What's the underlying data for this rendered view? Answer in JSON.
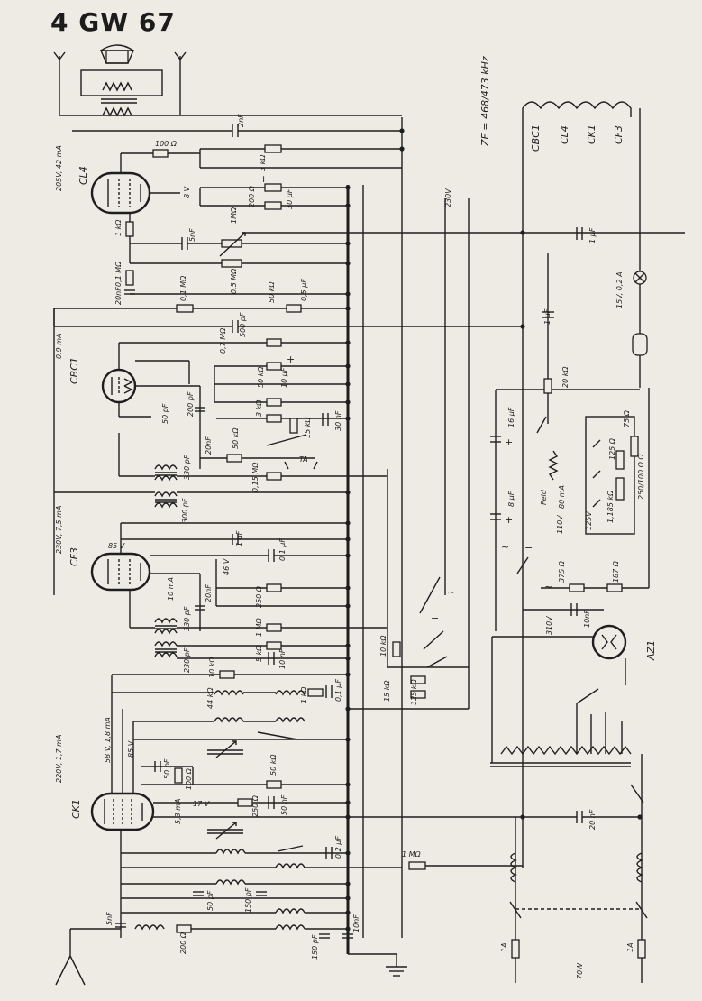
{
  "model_title": "4 GW 67",
  "if_note": "ZF = 468/473 kHz",
  "tubes": {
    "cl4": {
      "name": "CL4",
      "rating": "205V, 42 mA"
    },
    "cbc1": {
      "name": "CBC1",
      "rating": "0,9 mA"
    },
    "cf3": {
      "name": "CF3",
      "rating": "230V, 7,5 mA"
    },
    "ck1": {
      "name": "CK1",
      "rating": "220V, 1,7 mA"
    },
    "az1": {
      "name": "AZ1"
    }
  },
  "heater_string": [
    "CBC1",
    "CL4",
    "CK1",
    "CF3"
  ],
  "voltages": {
    "cl4_cathode": "8 V",
    "supply_230": "230V",
    "cf3_screen": "85 V",
    "cf3_cathode": "46 V",
    "cf3_current": "10 mA",
    "ck1_screen_rating": "58 V, 1,8 mA",
    "ck1_screen": "85 V",
    "ck1_cathode": "17 V",
    "ck1_current": "5,3 mA",
    "rect_out": "310V",
    "tap_110": "110V",
    "tap_125": "125V"
  },
  "components": {
    "c_2nf": "2nF",
    "r_100": "100 Ω",
    "r_3k": "3 kΩ",
    "r_200": "200 Ω",
    "c_30uf": "30 μF",
    "r_1k": "1 kΩ",
    "c_5nf": "5nF",
    "pot_1m": "1MΩ",
    "r_01m_a": "0,1 MΩ",
    "c_20nf_a": "20nF",
    "r_05m": "0,5 MΩ",
    "r_01m_b": "0,1 MΩ",
    "r_50k_a": "50 kΩ",
    "c_05uf": "0,5 μF",
    "c_500pf": "500 pF",
    "r_07m": "0,7 MΩ",
    "r_50k_b": "50 kΩ",
    "c_10uf": "10 μF",
    "c_50pf_a": "50 pF",
    "c_200pf": "200 pF",
    "r_3k_b": "3 kΩ",
    "r_15k": "15 kΩ",
    "c_30nf": "30 nF",
    "c_20nf_b": "20nF",
    "r_50k_c": "50 kΩ",
    "ta": "TA",
    "c_330pf_a": "330 pF",
    "r_015m": "0,15 MΩ",
    "c_300pf": "300 pF",
    "c_1uf": "1 μF",
    "c_01uf_a": "0,1 μF",
    "c_20nf_c": "20nF",
    "r_250": "250 Ω",
    "c_330pf_b": "330 pF",
    "r_1m": "1 MΩ",
    "c_230pf": "230 pF",
    "r_5k": "5 kΩ",
    "c_10nf_a": "10 nF",
    "r_10k_a": "10 kΩ",
    "r_10k_b": "10 kΩ",
    "r_15k_b": "15 kΩ",
    "r_125k": "125 kΩ",
    "r_44k": "44 kΩ",
    "r_1k_b": "1 kΩ",
    "c_01uf_b": "0,1 μF",
    "c_50pf_b": "50 pF",
    "r_100_b": "100 Ω",
    "r_50k_d": "50 kΩ",
    "c_50nf": "50 nF",
    "r_250_b": "250 Ω",
    "c_02uf": "0,2 μF",
    "r_1m_b": "1 MΩ",
    "c_50pf_c": "50 pF",
    "c_150pf_a": "150 pF",
    "c_5nf_b": "5nF",
    "r_200_b": "200 Ω",
    "c_150pf_b": "150 pF",
    "c_10nf_b": "10nF",
    "c_20nf_d": "20 nF",
    "c_1uf_b": "1 μF",
    "lamp": "15V, 0,2 A",
    "c_1uf_c": "1 μF",
    "r_20k": "20 kΩ",
    "c_16uf": "16 μF",
    "c_8uf": "8 μF",
    "field": "Feld",
    "field_current": "80 mA",
    "r_75": "75 Ω",
    "r_125": "125 Ω",
    "r_1185k": "1,185 kΩ",
    "r_250_100": "250/100 Ω Ω",
    "r_375": "375 Ω",
    "r_187": "187 Ω",
    "c_10nf_c": "10nF",
    "fuse_a": "1A",
    "fuse_b": "1A",
    "power": "70W"
  },
  "switch_marks": {
    "ac": "~",
    "dc": "="
  }
}
